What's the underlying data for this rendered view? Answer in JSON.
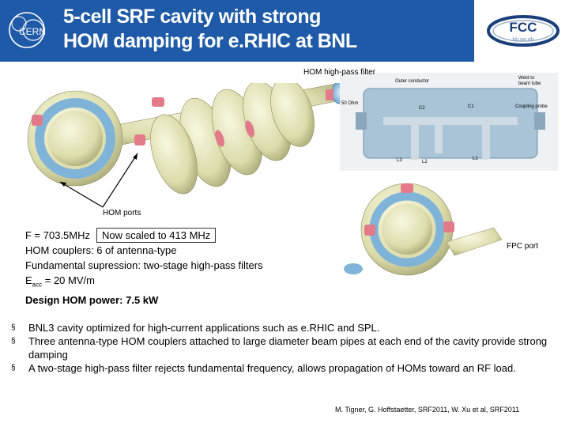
{
  "header": {
    "title_line1": "5-cell SRF cavity with strong",
    "title_line2": "HOM damping for e.RHIC at BNL",
    "cern_logo_text": "CERN",
    "fcc_logo_text": "FCC",
    "fcc_logo_subtext": "hh ee eh"
  },
  "figure": {
    "hom_filter_label": "HOM high-pass filter",
    "hom_ports_label": "HOM ports",
    "fpc_port_label": "FPC port",
    "filter_labels": {
      "outer_conductor": "Outer conductor",
      "weld_line1": "Weld to",
      "weld_line2": "beam tube",
      "ohm": "50 Ohm",
      "c2": "C2",
      "c1": "C1",
      "coupling_probe": "Coupling probe",
      "l3": "L3",
      "l2": "L2",
      "l1": "L1"
    }
  },
  "specs": {
    "frequency": "F = 703.5MHz",
    "callout": "Now scaled to 413 MHz",
    "hom_couplers": "HOM couplers: 6 of antenna-type",
    "fundamental": "Fundamental supression: two-stage high-pass filters",
    "eacc_prefix": "E",
    "eacc_sub": "acc",
    "eacc_value": " = 20 MV/m",
    "design_power": "Design HOM power: 7.5 kW"
  },
  "bullets": [
    "BNL3 cavity optimized for high-current applications such as e.RHIC and SPL.",
    "Three antenna-type HOM couplers attached to large diameter beam pipes at each end of the cavity provide strong damping",
    "A two-stage high-pass filter rejects fundamental frequency, allows propagation of HOMs toward an RF load."
  ],
  "bullet_mark": "§",
  "reference": "M. Tigner, G. Hoffstaetter, SRF2011, W. Xu et al, SRF2011",
  "colors": {
    "header_blue": "#1e5aa8",
    "cavity_yellow": "#e6e6b8",
    "flange_blue": "#7fb4d8",
    "port_pink": "#e27a8a",
    "filter_steel": "#a9c4d6"
  }
}
